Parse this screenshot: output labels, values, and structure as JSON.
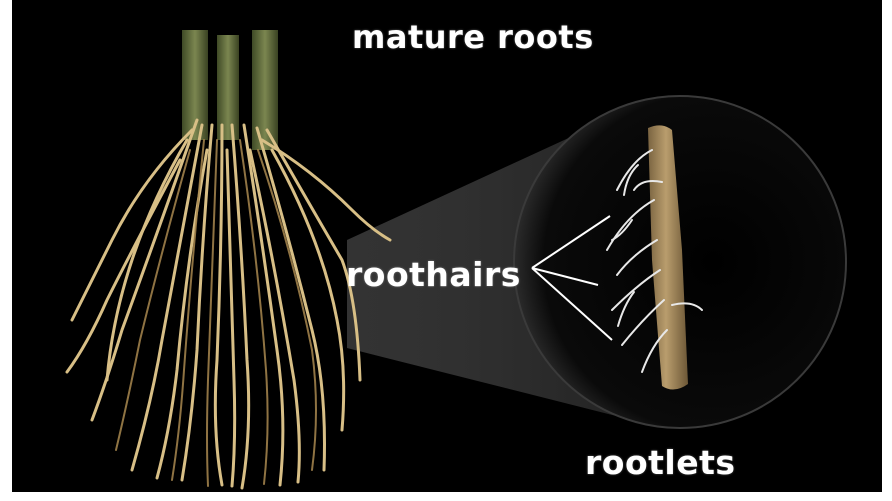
{
  "labels": {
    "mature_roots": "mature roots",
    "roothairs": "roothairs",
    "rootlets": "rootlets"
  },
  "colors": {
    "background": "#000000",
    "root": "#d8bf86",
    "stem": "#6f7a46",
    "rootlet": "#a98f60",
    "text": "#ffffff"
  }
}
